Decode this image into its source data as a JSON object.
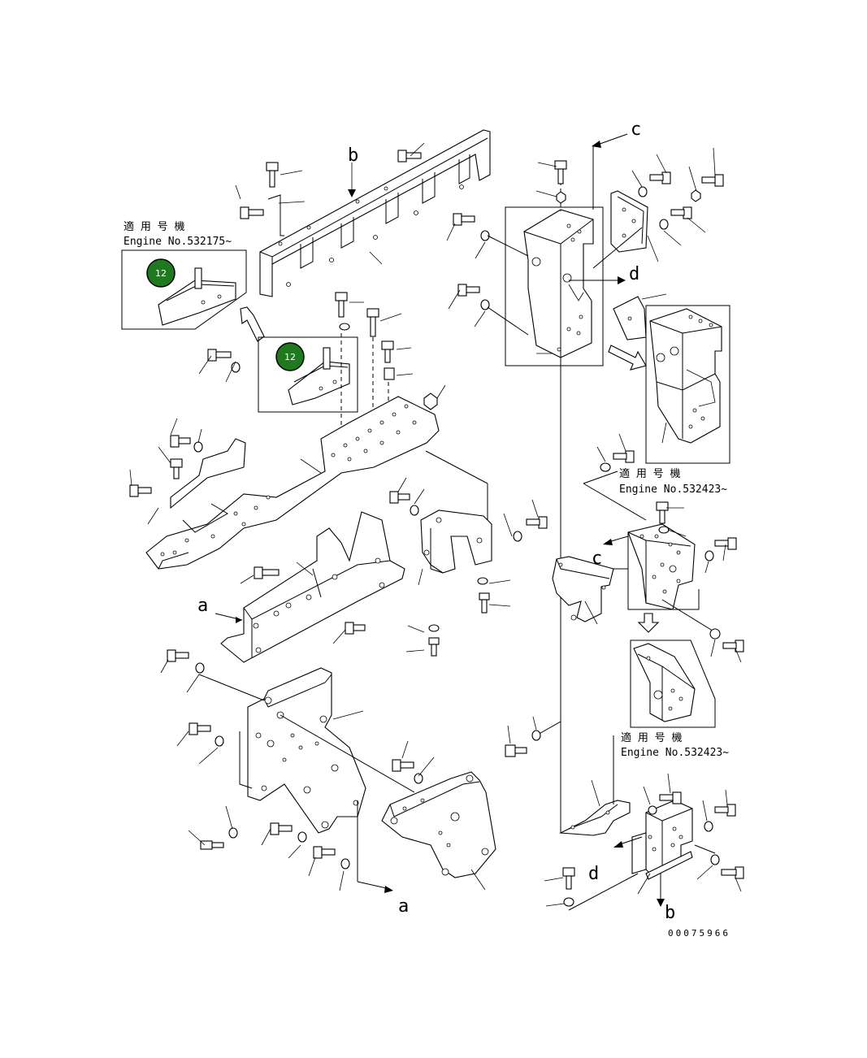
{
  "figure_id": "00075966",
  "engine_notes": [
    {
      "jp": "適 用 号 機",
      "engine": "Engine No.532175~"
    },
    {
      "jp": "適 用 号 機",
      "engine": "Engine No.532423~"
    },
    {
      "jp": "適 用 号 機",
      "engine": "Engine No.532423~"
    }
  ],
  "view_letters": {
    "a": "a",
    "b": "b",
    "c": "c",
    "d": "d"
  },
  "callouts": [
    {
      "number": "12",
      "color": "#1f7a1f"
    },
    {
      "number": "12",
      "color": "#1f7a1f"
    }
  ]
}
